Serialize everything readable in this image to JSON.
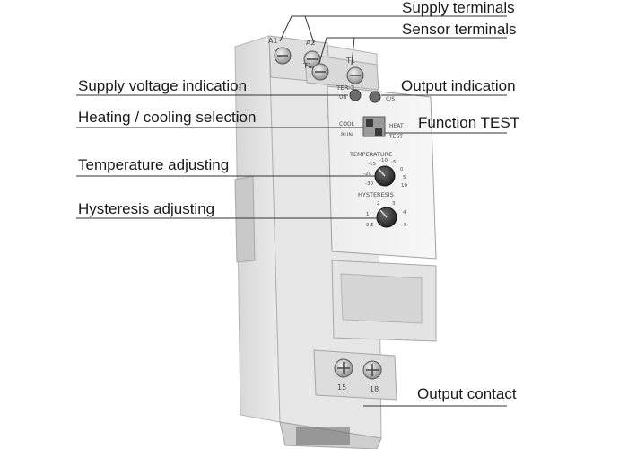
{
  "callouts": {
    "supply_terminals": "Supply terminals",
    "sensor_terminals": "Sensor terminals",
    "supply_voltage_indication": "Supply voltage indication",
    "output_indication": "Output indication",
    "heating_cooling_selection": "Heating / cooling selection",
    "function_test": "Function TEST",
    "temperature_adjusting": "Temperature adjusting",
    "hysteresis_adjusting": "Hysteresis adjusting",
    "output_contact": "Output contact"
  },
  "device": {
    "model": "TER-3",
    "terminal_a1": "A1",
    "terminal_a2": "A2",
    "terminal_t1_left": "T1",
    "terminal_t1_right": "T1",
    "terminal_15": "15",
    "terminal_18": "18",
    "led_un": "Un",
    "led_output": "C/S",
    "switch_cool": "COOL",
    "switch_run": "RUN",
    "switch_heat": "HEAT",
    "switch_test": "TEST",
    "temperature_label": "TEMPERATURE",
    "hysteresis_label": "HYSTERESIS",
    "temperature_scale": [
      "-30",
      "-20",
      "-15",
      "-10",
      "-5",
      "0",
      "5",
      "10"
    ],
    "hysteresis_scale": [
      "0.5",
      "1",
      "2",
      "3",
      "4",
      "5"
    ]
  }
}
